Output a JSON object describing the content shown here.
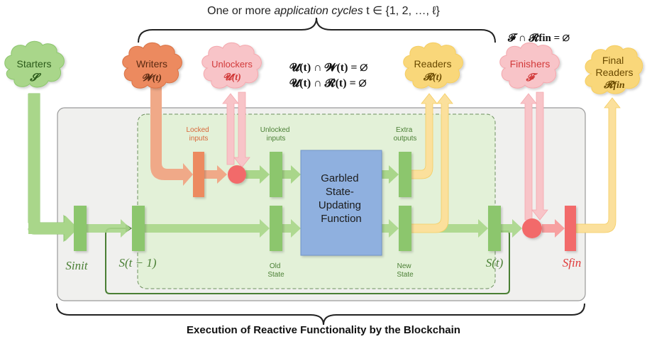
{
  "top_caption": {
    "prefix": "One or more ",
    "italic": "application cycles",
    "suffix": " t ∈ {1, 2, …, ℓ}"
  },
  "bottom_caption": "Execution of Reactive Functionality by the Blockchain",
  "equations": {
    "eq1": "𝓤(t) ∩ 𝓦(t) = ∅",
    "eq2": "𝓤(t) ∩ 𝓡(t) = ∅",
    "eq3": "𝓕 ∩ 𝓡fin = ∅"
  },
  "clouds": {
    "starters": {
      "name": "Starters",
      "symbol": "𝓢"
    },
    "writers": {
      "name": "Writers",
      "symbol": "𝓦(t)"
    },
    "unlockers": {
      "name": "Unlockers",
      "symbol": "𝓤(t)"
    },
    "readers": {
      "name": "Readers",
      "symbol": "𝓡(t)"
    },
    "finishers": {
      "name": "Finishers",
      "symbol": "𝓕"
    },
    "final_readers": {
      "name1": "Final",
      "name2": "Readers",
      "symbol": "𝓡fin"
    }
  },
  "labels": {
    "locked_inputs_1": "Locked",
    "locked_inputs_2": "inputs",
    "unlocked_inputs_1": "Unlocked",
    "unlocked_inputs_2": "inputs",
    "extra_outputs_1": "Extra",
    "extra_outputs_2": "outputs",
    "old_state_1": "Old",
    "old_state_2": "State",
    "new_state_1": "New",
    "new_state_2": "State",
    "s_init": "Sinit",
    "s_t_minus_1": "S(t − 1)",
    "s_t": "S(t)",
    "s_fin": "Sfin"
  },
  "function_box": {
    "line1": "Garbled",
    "line2": "State-",
    "line3": "Updating",
    "line4": "Function"
  },
  "colors": {
    "green": "#8cc66d",
    "green_dark": "#6a9e50",
    "orange": "#ec8a5e",
    "pink": "#f4a7ad",
    "yellow": "#f5cd61",
    "red": "#f26b6b",
    "blue": "#8fb0df"
  }
}
